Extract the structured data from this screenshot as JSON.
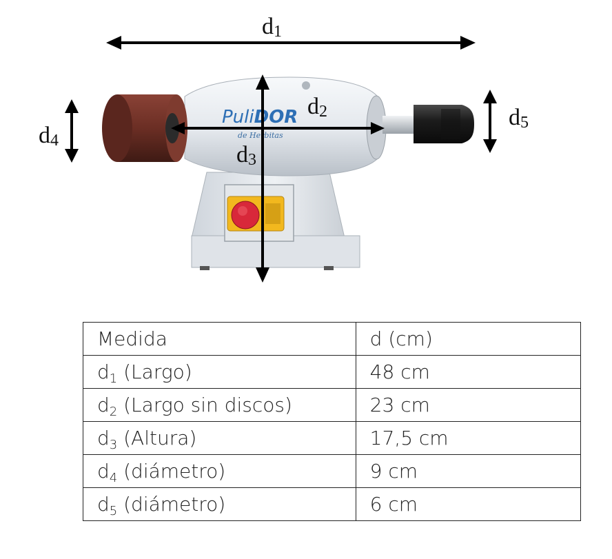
{
  "diagram": {
    "labels": {
      "d1": {
        "letter": "d",
        "index": "1"
      },
      "d2": {
        "letter": "d",
        "index": "2"
      },
      "d3": {
        "letter": "d",
        "index": "3"
      },
      "d4": {
        "letter": "d",
        "index": "4"
      },
      "d5": {
        "letter": "d",
        "index": "5"
      }
    },
    "brand": {
      "name_a": "Puli",
      "name_b": "DOR",
      "maker": "de Herbitas"
    },
    "colors": {
      "body": "#e8ecf0",
      "brush": "#6b2e24",
      "switch": "#f2b81e",
      "button": "#d8283a",
      "arrow": "#000000"
    }
  },
  "table": {
    "header": {
      "measure": "Medida",
      "value": "d (cm)"
    },
    "rows": [
      {
        "symbol": "d",
        "index": "1",
        "desc": " (Largo)",
        "value": "48 cm"
      },
      {
        "symbol": "d",
        "index": "2",
        "desc": " (Largo sin discos)",
        "value": "23 cm"
      },
      {
        "symbol": "d",
        "index": "3",
        "desc": " (Altura)",
        "value": "17,5 cm"
      },
      {
        "symbol": "d",
        "index": "4",
        "desc": " (diámetro)",
        "value": "9 cm"
      },
      {
        "symbol": "d",
        "index": "5",
        "desc": " (diámetro)",
        "value": "6 cm"
      }
    ]
  }
}
